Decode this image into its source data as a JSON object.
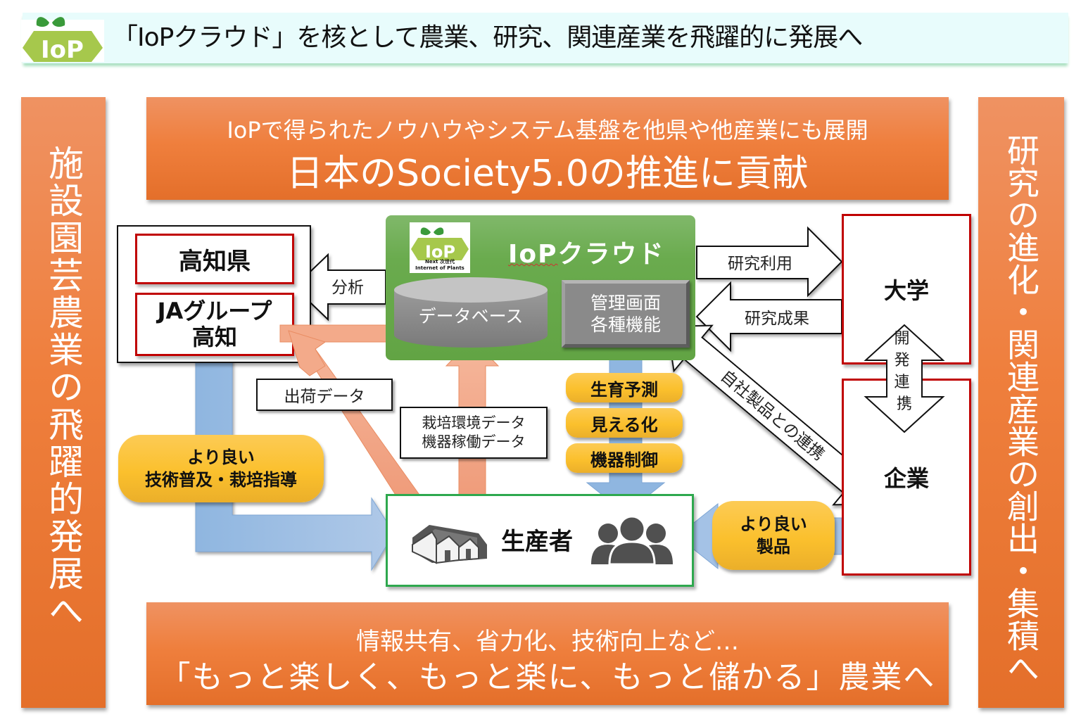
{
  "header": {
    "logo": "iop-logo",
    "title": "「IoPクラウド」を核として農業、研究、関連産業を飛躍的に発展へ"
  },
  "side_banners": {
    "left": "施設園芸農業の飛躍的発展へ",
    "right": "研究の進化・関連産業の創出・集積へ"
  },
  "top_banner": {
    "line1": "IoPで得られたノウハウやシステム基盤を他県や他産業にも展開",
    "line2": "日本のSociety5.0の推進に貢献"
  },
  "bottom_banner": {
    "line1": "情報共有、省力化、技術向上など…",
    "line2": "「もっと楽しく、もっと楽に、もっと儲かる」農業へ"
  },
  "left_group": {
    "kochi_pref": "高知県",
    "ja_line1": "JAグループ",
    "ja_line2": "高知"
  },
  "cloud": {
    "title_prefix": "IoP",
    "title_suffix": "クラウド",
    "logo_line1": "Next 次世代",
    "logo_line2": "Internet of Plants",
    "database": "データベース",
    "mgmt_line1": "管理画面",
    "mgmt_line2": "各種機能"
  },
  "arrows": {
    "analysis": "分析",
    "research_use": "研究利用",
    "research_results": "研究成果",
    "dev_collab": "開発連携",
    "own_product_link": "自社製品との連携",
    "shipping_data": "出荷データ",
    "env_data_line1": "栽培環境データ",
    "env_data_line2": "機器稼働データ"
  },
  "functions": [
    "生育予測",
    "見える化",
    "機器制御"
  ],
  "better_guidance": {
    "line1": "より良い",
    "line2": "技術普及・栽培指導"
  },
  "better_products": {
    "line1": "より良い",
    "line2": "製品"
  },
  "partners": {
    "university": "大学",
    "company": "企業"
  },
  "producer": {
    "label": "生産者"
  },
  "colors": {
    "orange": "#ef7f3d",
    "cloud_green": "#6aab4e",
    "red_border": "#c00000",
    "producer_green": "#2ea84e",
    "salmon_arrow": "#f3aa8a",
    "blue_arrow": "#8fb6e0",
    "pill_yellow": "#fbc02d"
  }
}
